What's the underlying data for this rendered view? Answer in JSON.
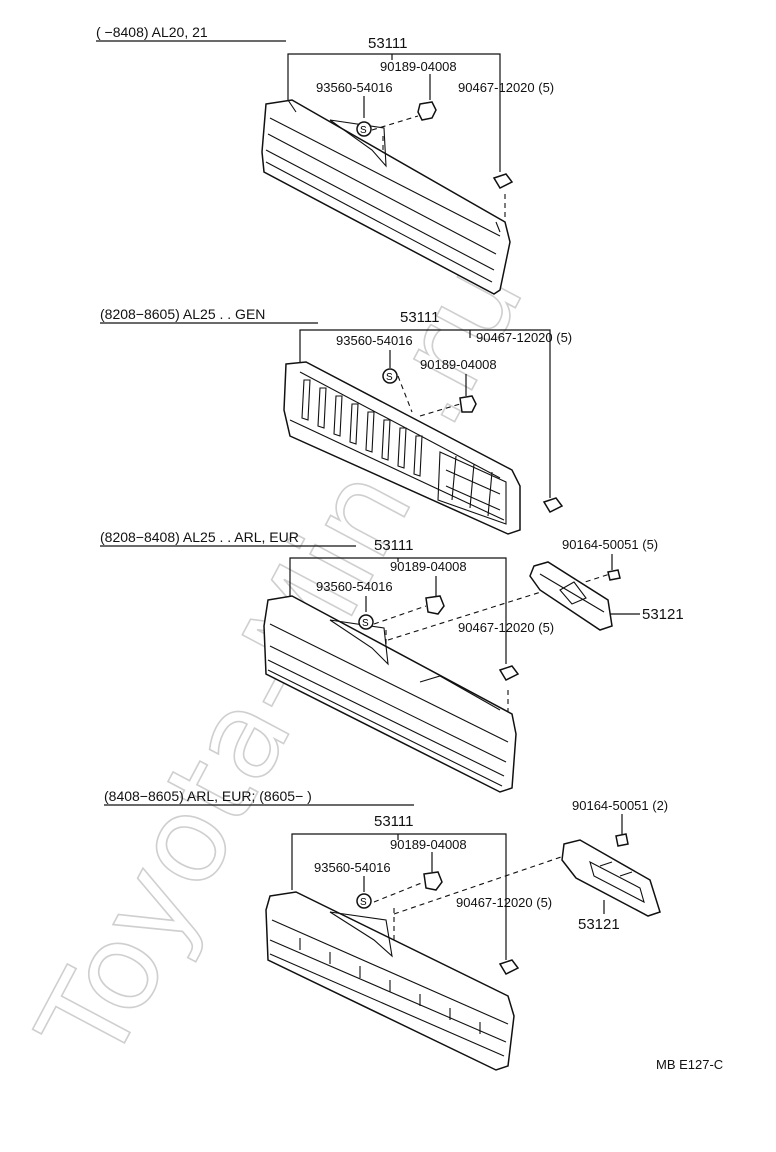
{
  "watermark": "Toyota-Mine.ru",
  "figure_code": "MB E127-C",
  "sections": [
    {
      "header": "(      −8408) AL20, 21",
      "grille_part": "53111",
      "clip_part": "90189-04008",
      "seal_part": "93560-54016",
      "nut_part": "90467-12020 (5)"
    },
    {
      "header": "(8208−8605) AL25 . . GEN",
      "grille_part": "53111",
      "seal_part": "93560-54016",
      "clip_part": "90189-04008",
      "nut_part": "90467-12020 (5)"
    },
    {
      "header": "(8208−8408) AL25 . . ARL, EUR",
      "grille_part": "53111",
      "clip_part": "90189-04008",
      "seal_part": "93560-54016",
      "nut_part": "90467-12020 (5)",
      "screw_part": "90164-50051 (5)",
      "emblem_part": "53121"
    },
    {
      "header": "(8408−8605) ARL, EUR; (8605−        )",
      "grille_part": "53111",
      "clip_part": "90189-04008",
      "seal_part": "93560-54016",
      "nut_part": "90467-12020 (5)",
      "screw_part": "90164-50051 (2)",
      "emblem_part": "53121"
    }
  ],
  "icons": {
    "seal": "seal-s-icon",
    "clip": "clip-icon",
    "nut": "nut-icon",
    "screw": "screw-icon"
  }
}
